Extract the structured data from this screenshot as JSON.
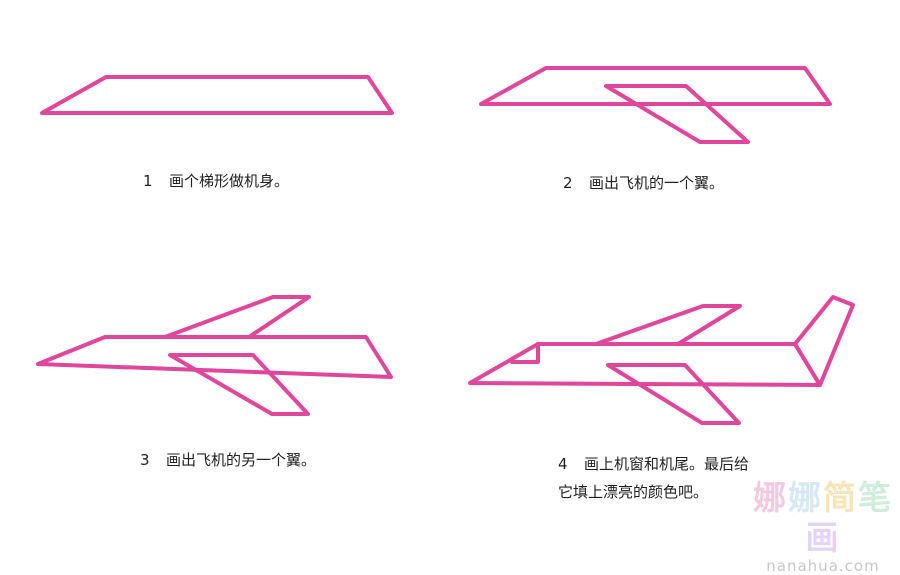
{
  "colors": {
    "stroke": "#e0469b",
    "text": "#222222"
  },
  "steps": [
    {
      "number": "1",
      "text": "画个梯形做机身。"
    },
    {
      "number": "2",
      "text": "画出飞机的一个翼。"
    },
    {
      "number": "3",
      "text": "画出飞机的另一个翼。"
    },
    {
      "number": "4",
      "text": "画上机窗和机尾。最后给",
      "text_line2": "它填上漂亮的颜色吧。"
    }
  ],
  "watermark": {
    "title_chars": [
      "娜",
      "娜",
      "简",
      "笔",
      "画"
    ],
    "title_colors": [
      "#e8a0c8",
      "#b8d4f0",
      "#f0d080",
      "#a8e0c0",
      "#d0b0e8"
    ],
    "url": "nanahua.com"
  }
}
